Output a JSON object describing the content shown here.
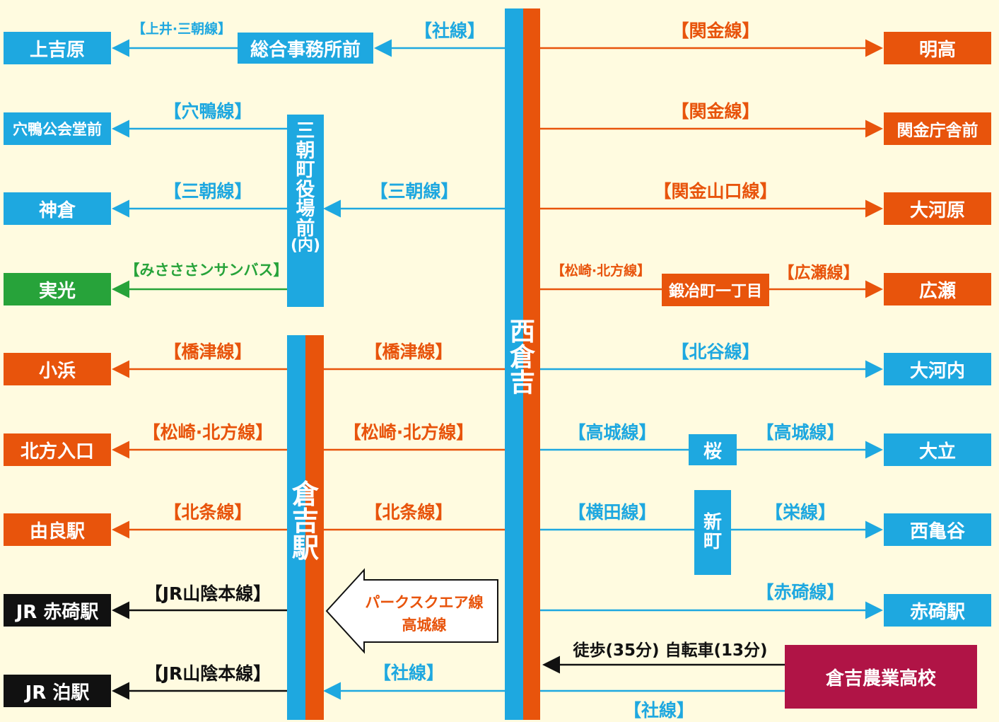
{
  "colors": {
    "blue": "#1ea8e0",
    "orange": "#e8540c",
    "green": "#27a33a",
    "black": "#111111",
    "maroon": "#b01446",
    "background": "#fffbe0"
  },
  "hubs": {
    "nishikurayoshi": "西倉吉",
    "kurayoshi_station": "倉吉駅",
    "misasa_office": "三朝町役場前(内)",
    "sogo_jimusho": "総合事務所前",
    "kajimachi": "鍛冶町一丁目",
    "sakura": "桜",
    "shinmachi": "新町",
    "school": "倉吉農業高校"
  },
  "left_destinations": {
    "kamiyoshihara": "上吉原",
    "anamo": "穴鴨公会堂前",
    "kamikura": "神倉",
    "jikko": "実光",
    "kohama": "小浜",
    "hokata_iriguchi": "北方入口",
    "yura": "由良駅",
    "jr_akasaki": "JR 赤碕駅",
    "jr_tomari": "JR 泊駅"
  },
  "right_destinations": {
    "myoko": "明高",
    "sekigane_chosha": "関金庁舎前",
    "okawara": "大河原",
    "hirose": "広瀬",
    "okawachi": "大河内",
    "odachi": "大立",
    "nishikamedani": "西亀谷",
    "akasaki": "赤碕駅"
  },
  "route_labels": {
    "kamii_misasa": "【上井·三朝線】",
    "sha_top": "【社線】",
    "sekigane_1": "【関金線】",
    "sekigane_2": "【関金線】",
    "anamo": "【穴鴨線】",
    "misasa_left": "【三朝線】",
    "misasa_mid": "【三朝線】",
    "sekigane_yamaguchi": "【関金山口線】",
    "misasa_sunsun": "【みさささンサンバス】",
    "matsuzaki_short": "【松崎·北方線】",
    "hirose": "【広瀬線】",
    "hashizu_left": "【橋津線】",
    "hashizu_mid": "【橋津線】",
    "kitadani": "【北谷線】",
    "matsuzaki_left": "【松崎·北方線】",
    "matsuzaki_mid": "【松崎·北方線】",
    "takashiro_1": "【高城線】",
    "takashiro_2": "【高城線】",
    "hojo_left": "【北条線】",
    "hojo_mid": "【北条線】",
    "yokota": "【横田線】",
    "sakae": "【栄線】",
    "jr_sanin_1": "【JR山陰本線】",
    "akasaki": "【赤碕線】",
    "jr_sanin_2": "【JR山陰本線】",
    "sha_mid": "【社線】",
    "sha_bottom": "【社線】",
    "walk": "徒歩(35分) 自転車(13分)"
  },
  "transfer_arrow": {
    "line1": "パークスクエア線",
    "line2": "高城線"
  }
}
